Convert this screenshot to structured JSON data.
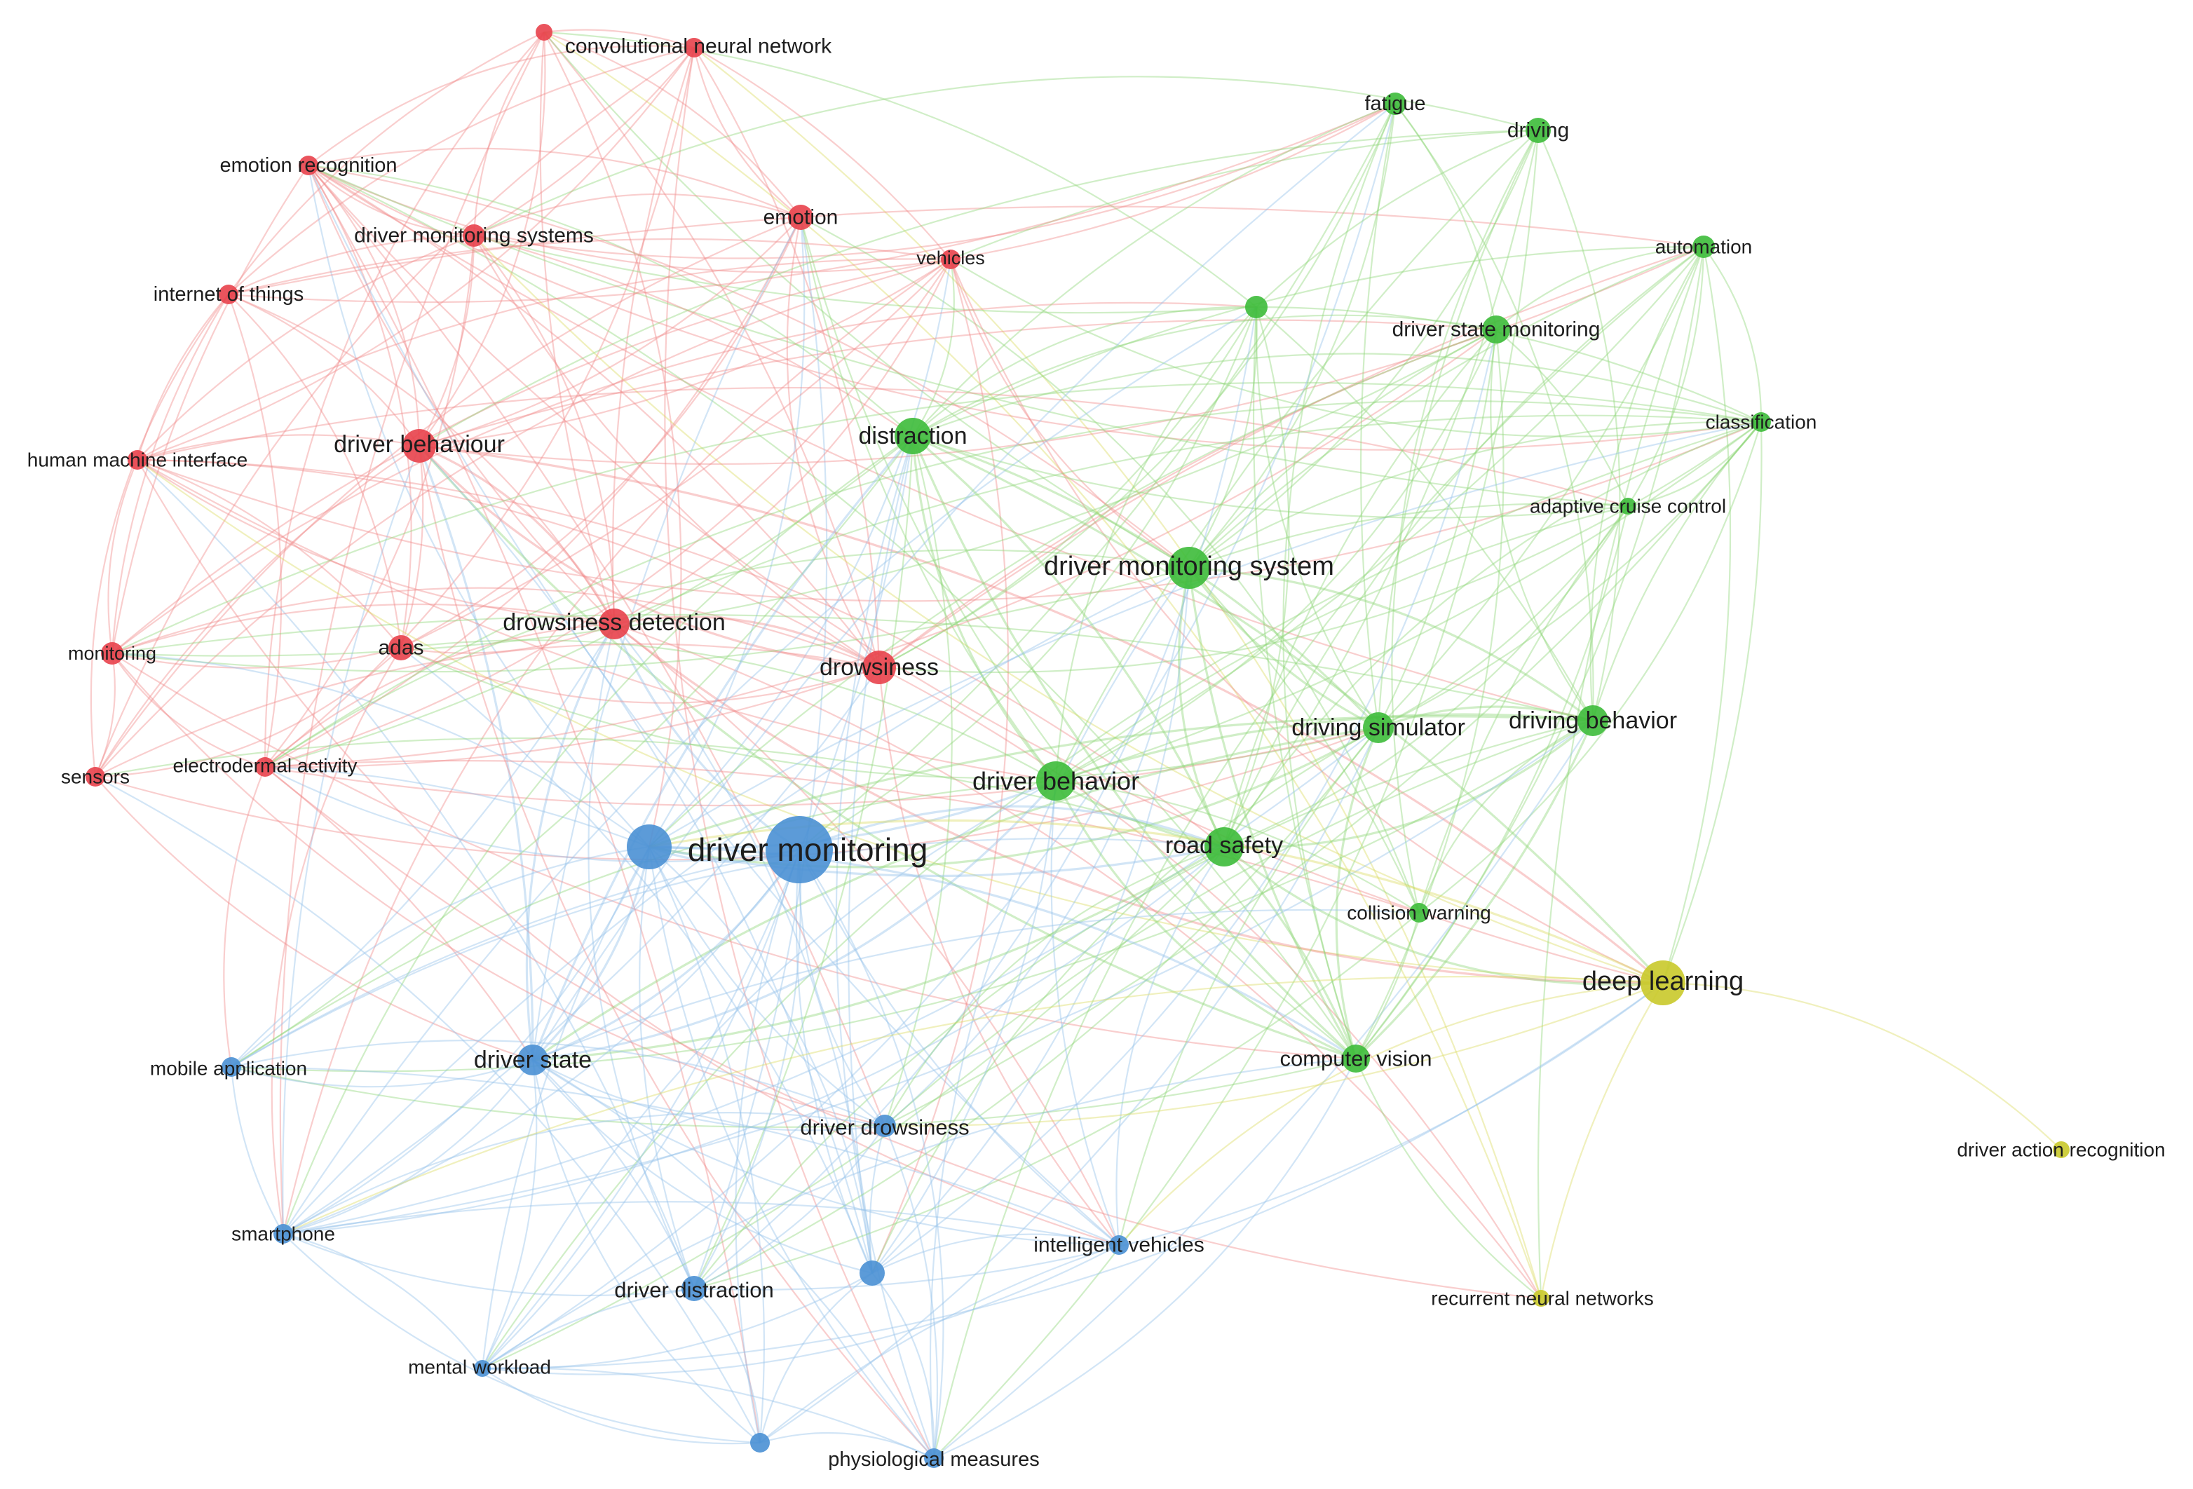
{
  "clusters": {
    "red": {
      "color": "#e8414b",
      "edge": "#f08a8a"
    },
    "green": {
      "color": "#3dbb3a",
      "edge": "#8fd67a"
    },
    "blue": {
      "color": "#4a90d4",
      "edge": "#93c1ea"
    },
    "yellow": {
      "color": "#c9c92a",
      "edge": "#dcdc62"
    }
  },
  "nodes": [
    {
      "id": "cnn",
      "label": "convolutional neural network",
      "cluster": "red"
    },
    {
      "id": "cnn2",
      "label": "",
      "cluster": "red"
    },
    {
      "id": "emotion_recognition",
      "label": "emotion recognition",
      "cluster": "red"
    },
    {
      "id": "dms_systems",
      "label": "driver monitoring systems",
      "cluster": "red"
    },
    {
      "id": "emotion",
      "label": "emotion",
      "cluster": "red"
    },
    {
      "id": "vehicles",
      "label": "vehicles",
      "cluster": "red"
    },
    {
      "id": "iot",
      "label": "internet of things",
      "cluster": "red"
    },
    {
      "id": "driver_behaviour",
      "label": "driver behaviour",
      "cluster": "red"
    },
    {
      "id": "hmi",
      "label": "human machine interface",
      "cluster": "red"
    },
    {
      "id": "drowsiness_detection",
      "label": "drowsiness detection",
      "cluster": "red"
    },
    {
      "id": "drowsiness",
      "label": "drowsiness",
      "cluster": "red"
    },
    {
      "id": "monitoring",
      "label": "monitoring",
      "cluster": "red"
    },
    {
      "id": "adas",
      "label": "adas",
      "cluster": "red"
    },
    {
      "id": "sensors",
      "label": "sensors",
      "cluster": "red"
    },
    {
      "id": "electrodermal",
      "label": "electrodermal activity",
      "cluster": "red"
    },
    {
      "id": "fatigue",
      "label": "fatigue",
      "cluster": "green"
    },
    {
      "id": "driving",
      "label": "driving",
      "cluster": "green"
    },
    {
      "id": "automation",
      "label": "automation",
      "cluster": "green"
    },
    {
      "id": "green_unlabeled",
      "label": "",
      "cluster": "green"
    },
    {
      "id": "driver_state_monitoring",
      "label": "driver state monitoring",
      "cluster": "green"
    },
    {
      "id": "classification",
      "label": "classification",
      "cluster": "green"
    },
    {
      "id": "distraction",
      "label": "distraction",
      "cluster": "green"
    },
    {
      "id": "acc",
      "label": "adaptive cruise control",
      "cluster": "green"
    },
    {
      "id": "dms",
      "label": "driver monitoring system",
      "cluster": "green"
    },
    {
      "id": "driving_simulator",
      "label": "driving simulator",
      "cluster": "green"
    },
    {
      "id": "driving_behavior",
      "label": "driving behavior",
      "cluster": "green"
    },
    {
      "id": "driver_behavior",
      "label": "driver behavior",
      "cluster": "green"
    },
    {
      "id": "road_safety",
      "label": "road safety",
      "cluster": "green"
    },
    {
      "id": "collision_warning",
      "label": "collision warning",
      "cluster": "green"
    },
    {
      "id": "computer_vision",
      "label": "computer vision",
      "cluster": "green"
    },
    {
      "id": "driver_monitoring",
      "label": "driver monitoring",
      "cluster": "blue"
    },
    {
      "id": "driver_monitoring_b",
      "label": "",
      "cluster": "blue"
    },
    {
      "id": "mobile_application",
      "label": "mobile application",
      "cluster": "blue"
    },
    {
      "id": "driver_state",
      "label": "driver state",
      "cluster": "blue"
    },
    {
      "id": "driver_drowsiness",
      "label": "driver drowsiness",
      "cluster": "blue"
    },
    {
      "id": "smartphone",
      "label": "smartphone",
      "cluster": "blue"
    },
    {
      "id": "intelligent_vehicles",
      "label": "intelligent vehicles",
      "cluster": "blue"
    },
    {
      "id": "driver_distraction",
      "label": "driver distraction",
      "cluster": "blue"
    },
    {
      "id": "blue_unlabeled",
      "label": "",
      "cluster": "blue"
    },
    {
      "id": "mental_workload",
      "label": "mental workload",
      "cluster": "blue"
    },
    {
      "id": "blue_bottom",
      "label": "",
      "cluster": "blue"
    },
    {
      "id": "physiological",
      "label": "physiological measures",
      "cluster": "blue"
    },
    {
      "id": "deep_learning",
      "label": "deep learning",
      "cluster": "yellow"
    },
    {
      "id": "driver_action_recognition",
      "label": "driver action recognition",
      "cluster": "yellow"
    },
    {
      "id": "rnn",
      "label": "recurrent neural networks",
      "cluster": "yellow"
    }
  ]
}
